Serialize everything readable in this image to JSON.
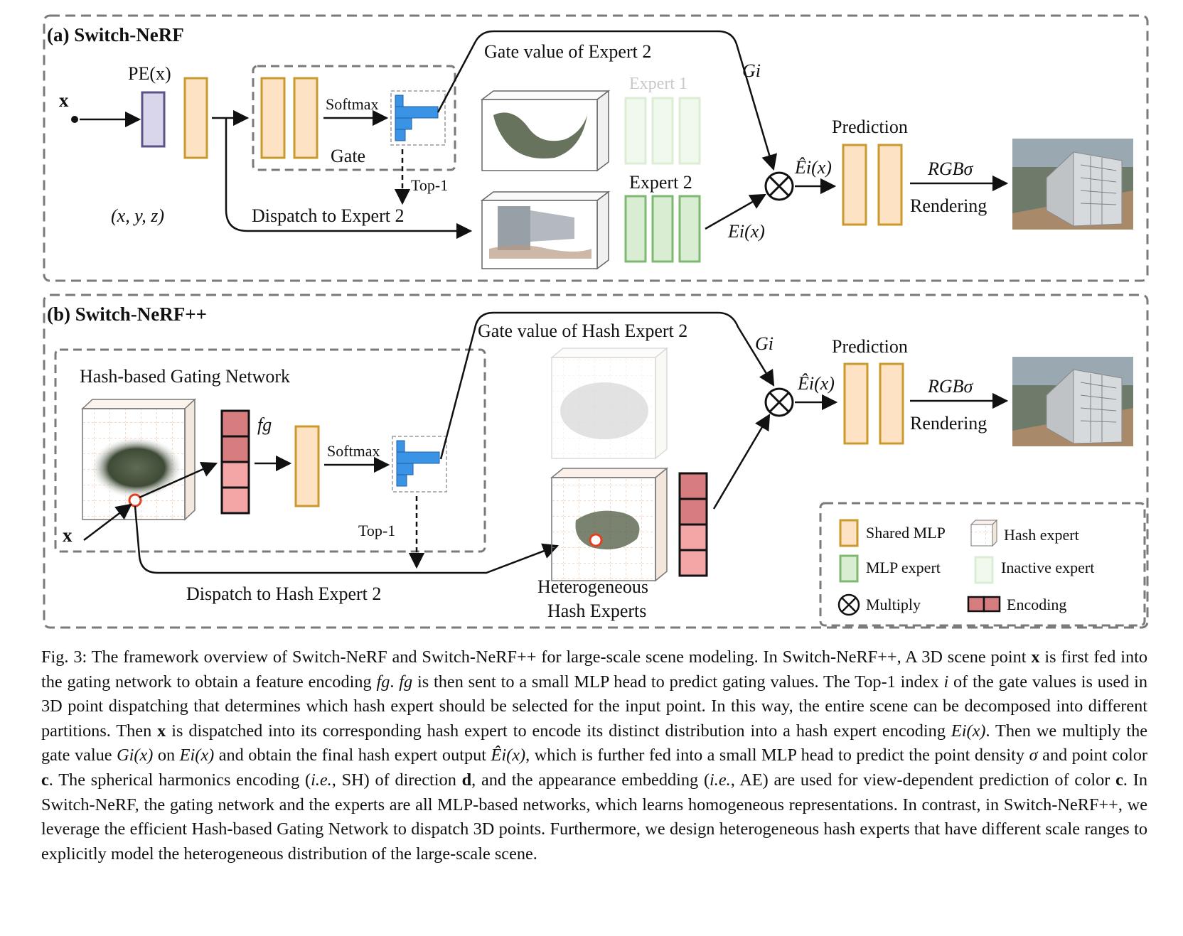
{
  "panel_a": {
    "title": "(a) Switch-NeRF",
    "input_label": "x",
    "pe_label": "PE(x)",
    "coords_label": "(x, y, z)",
    "softmax_label": "Softmax",
    "gate_label": "Gate",
    "top1_label": "Top-1",
    "dispatch_label": "Dispatch to Expert 2",
    "gate_value_label": "Gate value of Expert 2",
    "expert1_label": "Expert 1",
    "expert2_label": "Expert 2",
    "gi_label": "Gi",
    "ei_label": "Ei(x)",
    "ei_hat_label": "Êi(x)",
    "prediction_label": "Prediction",
    "rgb_label": "RGBσ",
    "rendering_label": "Rendering"
  },
  "panel_b": {
    "title": "(b) Switch-NeRF++",
    "gating_network_label": "Hash-based Gating Network",
    "fg_label": "fg",
    "input_label": "x",
    "softmax_label": "Softmax",
    "top1_label": "Top-1",
    "dispatch_label": "Dispatch to Hash Expert 2",
    "gate_value_label": "Gate value of Hash Expert 2",
    "gi_label": "Gi",
    "ei_hat_label": "Êi(x)",
    "hetero_label_1": "Heterogeneous",
    "hetero_label_2": "Hash Experts",
    "prediction_label": "Prediction",
    "rgb_label": "RGBσ",
    "rendering_label": "Rendering"
  },
  "legend": {
    "shared_mlp": "Shared MLP",
    "hash_expert": "Hash expert",
    "mlp_expert": "MLP expert",
    "inactive_expert": "Inactive expert",
    "multiply": "Multiply",
    "encoding": "Encoding"
  },
  "colors": {
    "shared_mlp_fill": "#fde3c4",
    "shared_mlp_stroke": "#c99a2e",
    "mlp_expert_fill": "#d9edd3",
    "mlp_expert_stroke": "#7fb872",
    "inactive_fill": "#f1f8ee",
    "inactive_stroke": "#dbeed4",
    "pe_fill": "#d9d6ec",
    "pe_stroke": "#5a5486",
    "gate_blue": "#3b93e6",
    "encoding_dark": "#d77d80",
    "encoding_light": "#f4a6a6",
    "dashed_border": "#7a7a7a"
  },
  "caption": {
    "fig_label": "Fig. 3:",
    "s1": "The framework overview of Switch-NeRF and Switch-NeRF++ for large-scale scene modeling. In Switch-NeRF++, A 3D scene point",
    "s2": "is first fed into the gating network to obtain a feature encoding",
    "s3": "is then sent to a small MLP head to predict gating values. The Top-1 index",
    "s4": "of the gate values is used in 3D point dispatching that determines which hash expert should be selected for the input point. In this way, the entire scene can be decomposed into different partitions. Then",
    "s5": "is dispatched into its corresponding hash expert to encode its distinct distribution into a hash expert encoding",
    "s6": "Then we multiply the gate value",
    "s7": "on",
    "s8": "and obtain the final hash expert output",
    "s9": "which is further fed into a small MLP head to predict the point density",
    "s10": "and point color",
    "s11": "The spherical harmonics encoding (",
    "s11b": "i.e.",
    "s11c": ", SH) of direction",
    "s12": ", and the appearance embedding (",
    "s12b": "i.e.",
    "s12c": ", AE) are used for view-dependent prediction of color",
    "s13": "In Switch-NeRF, the gating network and the experts are all MLP-based networks, which learns homogeneous representations. In contrast, in Switch-NeRF++, we leverage the efficient Hash-based Gating Network to dispatch 3D points. Furthermore, we design heterogeneous hash experts that have different scale ranges to explicitly model the heterogeneous distribution of the large-scale scene.",
    "sym_x": "x",
    "sym_fg": "fg",
    "sym_i": "i",
    "sym_eix": "Ei(x)",
    "sym_gix": "Gi(x)",
    "sym_eihat": "Êi(x)",
    "sym_sigma": "σ",
    "sym_c": "c",
    "sym_d": "d"
  }
}
